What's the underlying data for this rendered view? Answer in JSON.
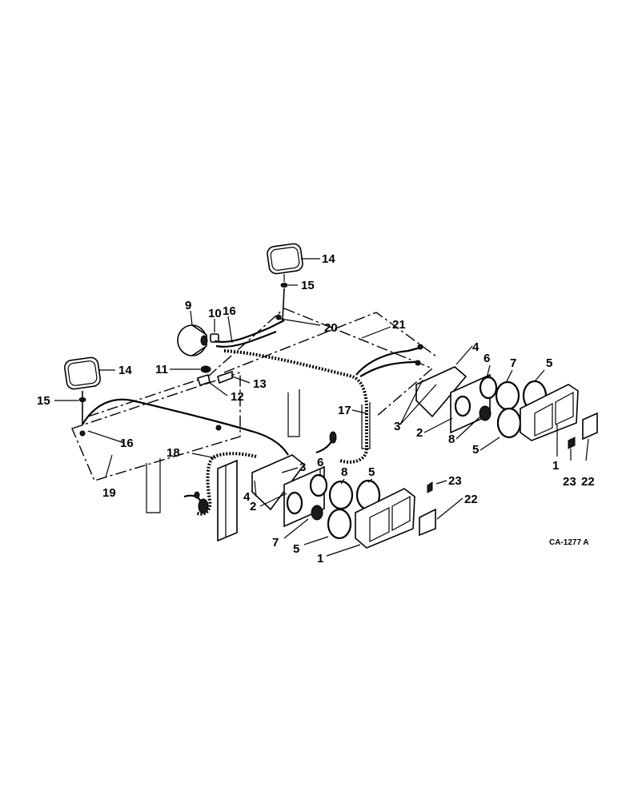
{
  "diagram": {
    "reference_code": "CA-1277 A",
    "callouts": [
      {
        "id": "c1",
        "text": "1"
      },
      {
        "id": "c2",
        "text": "1"
      },
      {
        "id": "c3",
        "text": "2"
      },
      {
        "id": "c4",
        "text": "2"
      },
      {
        "id": "c5",
        "text": "3"
      },
      {
        "id": "c6",
        "text": "3"
      },
      {
        "id": "c7",
        "text": "4"
      },
      {
        "id": "c8",
        "text": "4"
      },
      {
        "id": "c9",
        "text": "5"
      },
      {
        "id": "c10",
        "text": "5"
      },
      {
        "id": "c11",
        "text": "5"
      },
      {
        "id": "c12",
        "text": "5"
      },
      {
        "id": "c13",
        "text": "6"
      },
      {
        "id": "c14",
        "text": "6"
      },
      {
        "id": "c15",
        "text": "7"
      },
      {
        "id": "c16",
        "text": "7"
      },
      {
        "id": "c17",
        "text": "8"
      },
      {
        "id": "c18",
        "text": "8"
      },
      {
        "id": "c19",
        "text": "9"
      },
      {
        "id": "c20",
        "text": "10"
      },
      {
        "id": "c21",
        "text": "11"
      },
      {
        "id": "c22",
        "text": "12"
      },
      {
        "id": "c23",
        "text": "13"
      },
      {
        "id": "c24",
        "text": "14"
      },
      {
        "id": "c25",
        "text": "14"
      },
      {
        "id": "c26",
        "text": "15"
      },
      {
        "id": "c27",
        "text": "15"
      },
      {
        "id": "c28",
        "text": "16"
      },
      {
        "id": "c29",
        "text": "16"
      },
      {
        "id": "c30",
        "text": "17"
      },
      {
        "id": "c31",
        "text": "18"
      },
      {
        "id": "c32",
        "text": "19"
      },
      {
        "id": "c33",
        "text": "20"
      },
      {
        "id": "c34",
        "text": "21"
      },
      {
        "id": "c35",
        "text": "22"
      },
      {
        "id": "c36",
        "text": "22"
      },
      {
        "id": "c37",
        "text": "23"
      },
      {
        "id": "c38",
        "text": "23"
      }
    ]
  }
}
